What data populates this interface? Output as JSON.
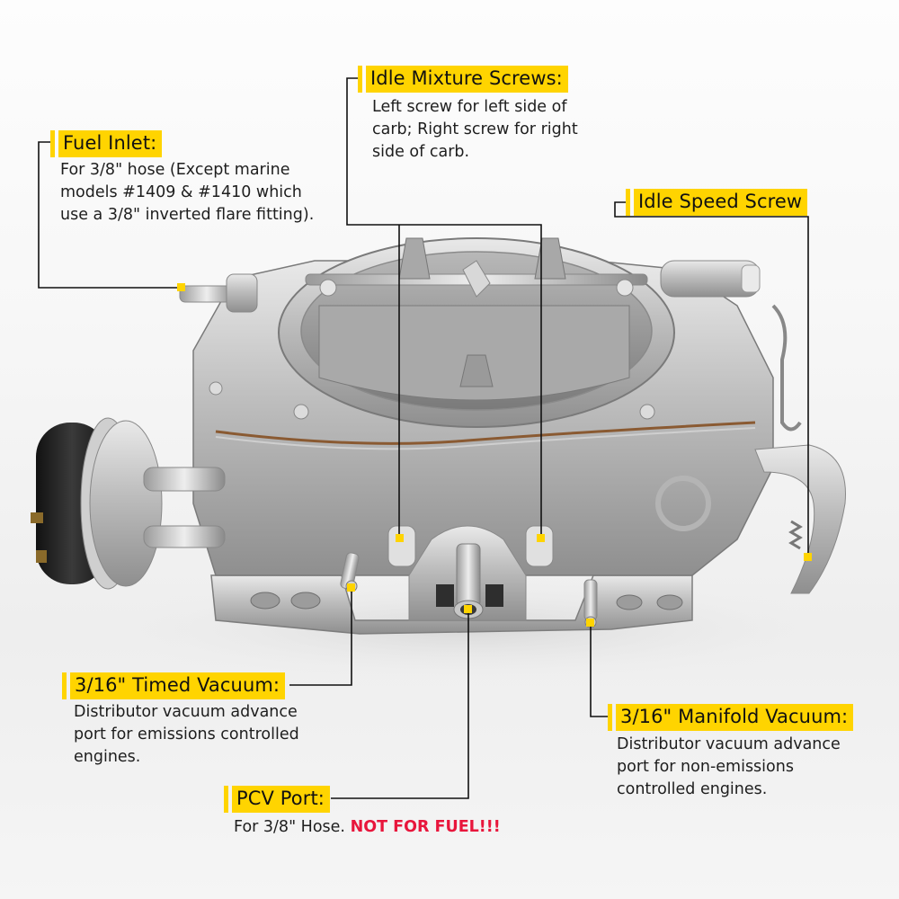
{
  "diagram": {
    "subject": "4-barrel carburetor with electric choke",
    "accent_color": "#ffd400",
    "warning_color": "#e8163c",
    "leader_color": "#111111",
    "marker_color": "#ffd400"
  },
  "callouts": {
    "fuel_inlet": {
      "title": "Fuel Inlet:",
      "lines": [
        "For 3/8\" hose (Except marine",
        "models #1409 & #1410 which",
        "use a 3/8\" inverted flare fitting)."
      ]
    },
    "idle_mixture": {
      "title": "Idle Mixture Screws:",
      "lines": [
        "Left screw for left side of",
        "carb; Right screw for right",
        "side of carb."
      ]
    },
    "idle_speed": {
      "title": "Idle Speed Screw",
      "lines": []
    },
    "timed_vacuum": {
      "title": "3/16\" Timed Vacuum:",
      "lines": [
        "Distributor vacuum advance",
        "port for emissions controlled",
        "engines."
      ]
    },
    "pcv_port": {
      "title": "PCV Port:",
      "desc_prefix": "For 3/8\" Hose.",
      "desc_warning": "NOT FOR FUEL!!!"
    },
    "manifold_vacuum": {
      "title": "3/16\" Manifold Vacuum:",
      "lines": [
        "Distributor vacuum advance",
        "port for non-emissions",
        "controlled engines."
      ]
    }
  }
}
